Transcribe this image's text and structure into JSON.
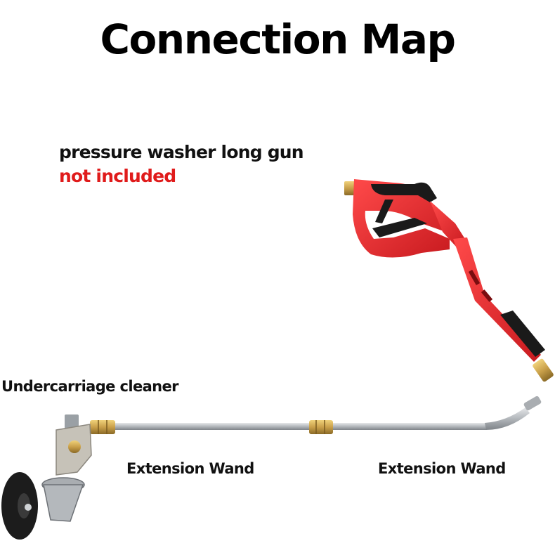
{
  "title": "Connection Map",
  "note": {
    "line1": "pressure washer long gun",
    "line2": "not included",
    "line2_color": "#e01b1b"
  },
  "labels": {
    "cleaner": "Undercarriage cleaner",
    "wand_1": "Extension Wand",
    "wand_2": "Extension Wand"
  },
  "colors": {
    "gun_body": "#e8262b",
    "gun_grip": "#1a1a1a",
    "brass": "#c9a04a",
    "steel": "#b8bcc0"
  }
}
